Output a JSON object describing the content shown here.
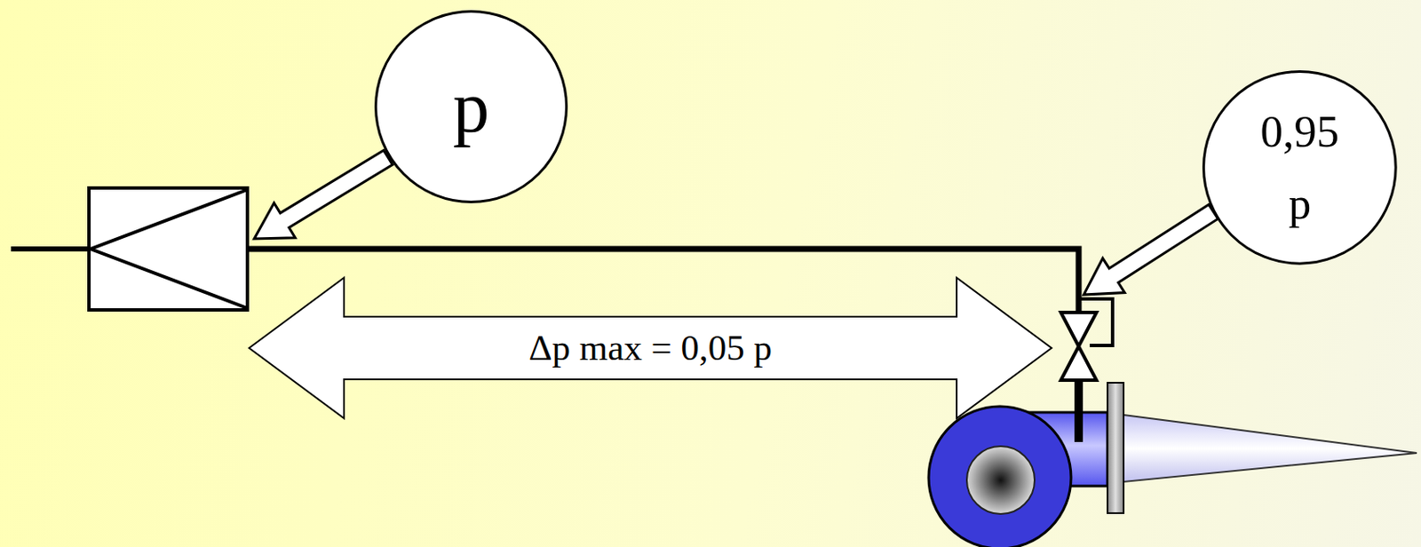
{
  "diagram": {
    "nodes": [
      {
        "text": [
          "p"
        ]
      },
      {
        "text": [
          "0,95 p"
        ]
      },
      {
        "text": [
          "Δp max = 0,05 p"
        ]
      }
    ]
  }
}
